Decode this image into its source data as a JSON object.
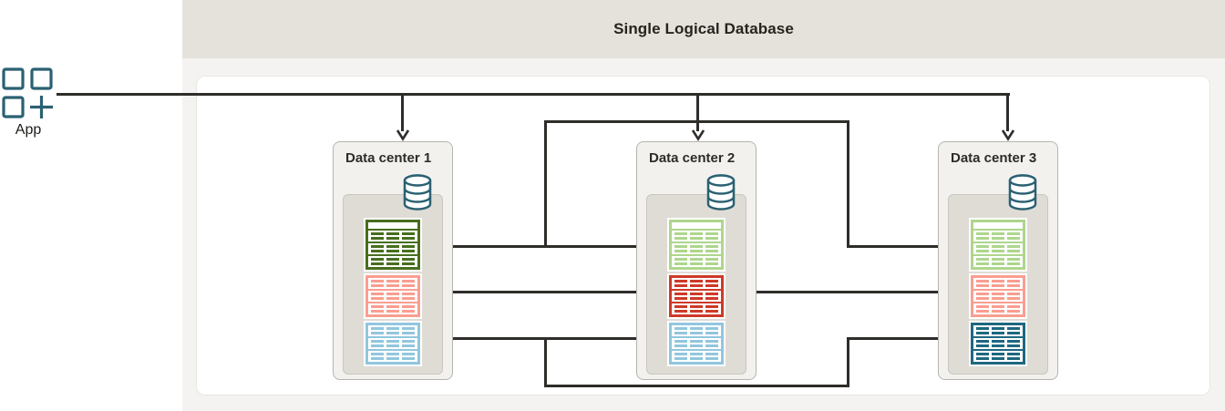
{
  "banner": {
    "title": "Single Logical Database"
  },
  "app": {
    "label": "App",
    "icon": "app-grid-plus-icon"
  },
  "datacenters": [
    {
      "label": "Data center 1",
      "icon": "database-cylinder-icon",
      "tables": [
        {
          "name": "green-table",
          "role": "primary",
          "color": "#486e1e",
          "has_header": true
        },
        {
          "name": "red-table",
          "role": "replica",
          "color": "#f99e90",
          "has_header": false
        },
        {
          "name": "blue-table",
          "role": "replica",
          "color": "#92c6de",
          "has_header": false
        }
      ]
    },
    {
      "label": "Data center 2",
      "icon": "database-cylinder-icon",
      "tables": [
        {
          "name": "green-table",
          "role": "replica",
          "color": "#aed68c",
          "has_header": true
        },
        {
          "name": "red-table",
          "role": "primary",
          "color": "#cd3a28",
          "has_header": false
        },
        {
          "name": "blue-table",
          "role": "replica",
          "color": "#92c6de",
          "has_header": false
        }
      ]
    },
    {
      "label": "Data center 3",
      "icon": "database-cylinder-icon",
      "tables": [
        {
          "name": "green-table",
          "role": "replica",
          "color": "#aed68c",
          "has_header": true
        },
        {
          "name": "red-table",
          "role": "replica",
          "color": "#f99e90",
          "has_header": false
        },
        {
          "name": "blue-table",
          "role": "primary",
          "color": "#1e6880",
          "has_header": false
        }
      ]
    }
  ],
  "connections": {
    "app_to": [
      "Data center 1",
      "Data center 2",
      "Data center 3"
    ],
    "replication": [
      {
        "from": "dc1-green-table",
        "to": "dc2-green-table"
      },
      {
        "from": "dc1-green-table",
        "to": "dc3-green-table"
      },
      {
        "from": "dc2-red-table",
        "to": "dc1-red-table"
      },
      {
        "from": "dc2-red-table",
        "to": "dc3-red-table"
      },
      {
        "from": "dc1-blue-table",
        "to": "dc2-blue-table"
      },
      {
        "from": "dc1-blue-table",
        "to": "dc3-blue-table"
      }
    ]
  },
  "colors": {
    "banner_bg": "#e5e2db",
    "main_bg": "#f4f3f1",
    "panel_bg": "#ffffff",
    "dc_outer_bg": "#f2f1ee",
    "dc_inner_bg": "#dfdcd6",
    "line": "#2f2d2a",
    "icon_teal": "#2b6173",
    "green_dark": "#486e1e",
    "green_light": "#aed68c",
    "red_dark": "#cd3a28",
    "red_light": "#f99e90",
    "blue_dark": "#1e6880",
    "blue_light": "#92c6de"
  }
}
